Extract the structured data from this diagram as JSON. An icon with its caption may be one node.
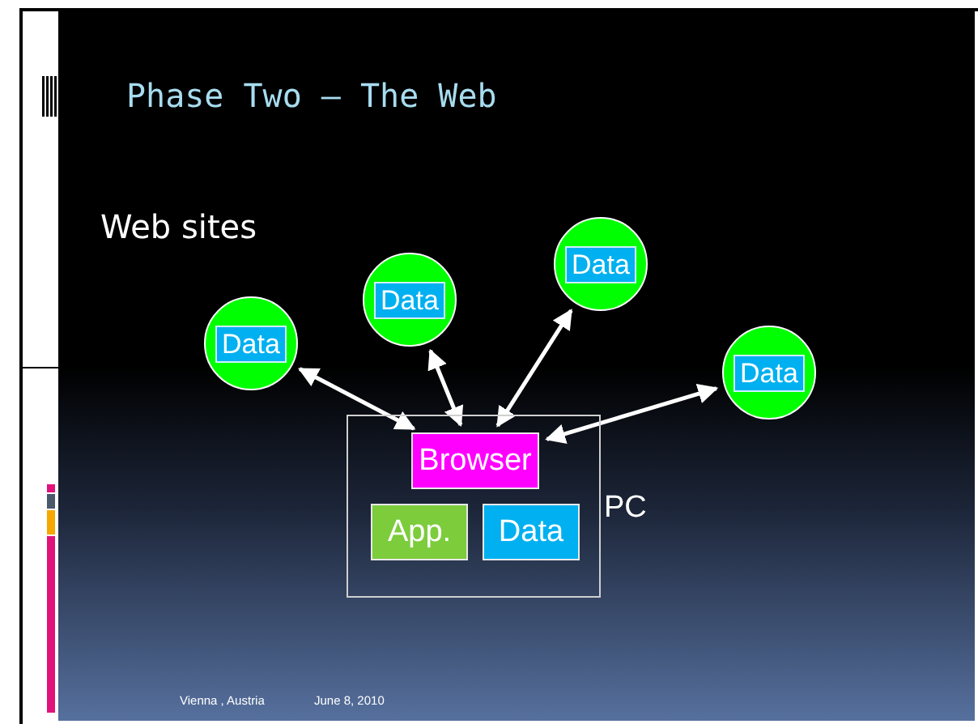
{
  "diagram": {
    "title": "Phase Two – The Web",
    "nodes": [
      {
        "text": [
          "Data"
        ]
      },
      {
        "text": [
          "Data"
        ]
      },
      {
        "text": [
          "Data"
        ]
      },
      {
        "text": [
          "Data"
        ]
      },
      {
        "text": [
          "PC"
        ]
      },
      {
        "text": [
          "Browser"
        ],
        "in": 4
      },
      {
        "text": [
          "App."
        ],
        "in": 4
      },
      {
        "text": [
          "Data"
        ],
        "in": 4
      }
    ],
    "edges": [
      {
        "from": 0,
        "to": 5,
        "arrow": "both"
      },
      {
        "from": 1,
        "to": 5,
        "arrow": "both"
      },
      {
        "from": 5,
        "to": 2,
        "arrow": "both"
      },
      {
        "from": 5,
        "to": 3,
        "arrow": "both"
      }
    ],
    "labels": [
      "Web sites",
      "Vienna , Austria",
      "June 8, 2010"
    ]
  }
}
